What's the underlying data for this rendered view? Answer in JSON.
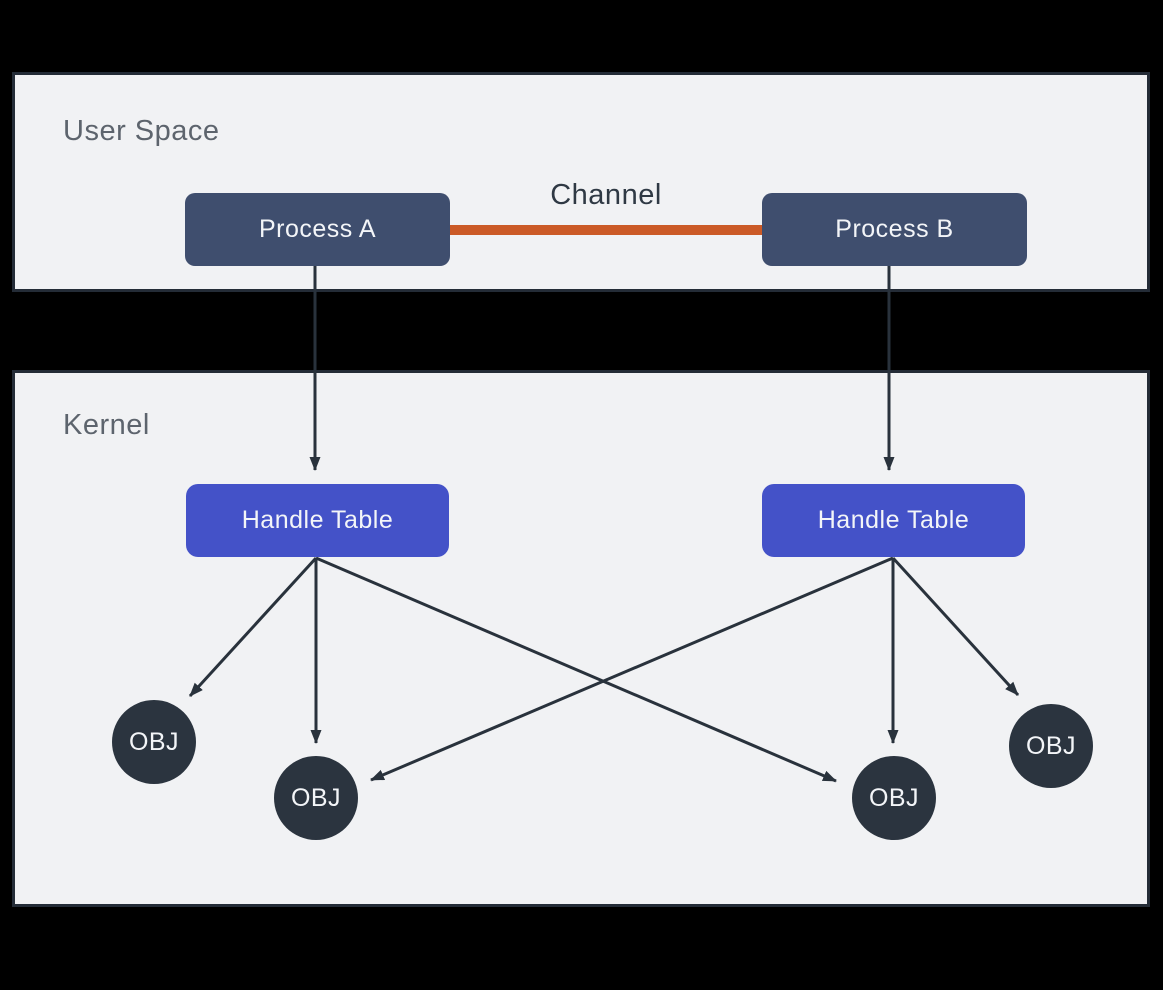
{
  "panels": {
    "user_space": {
      "label": "User Space"
    },
    "kernel": {
      "label": "Kernel"
    }
  },
  "nodes": {
    "process_a": {
      "label": "Process A"
    },
    "process_b": {
      "label": "Process B"
    },
    "handle_table_left": {
      "label": "Handle Table"
    },
    "handle_table_right": {
      "label": "Handle Table"
    }
  },
  "channel": {
    "label": "Channel"
  },
  "objects": [
    {
      "label": "OBJ"
    },
    {
      "label": "OBJ"
    },
    {
      "label": "OBJ"
    },
    {
      "label": "OBJ"
    }
  ],
  "edges": [
    {
      "from": "process-a",
      "to": "handle-table-left"
    },
    {
      "from": "process-b",
      "to": "handle-table-right"
    },
    {
      "from": "handle-table-left",
      "to": "obj-1"
    },
    {
      "from": "handle-table-left",
      "to": "obj-2"
    },
    {
      "from": "handle-table-left",
      "to": "obj-3"
    },
    {
      "from": "handle-table-right",
      "to": "obj-2"
    },
    {
      "from": "handle-table-right",
      "to": "obj-3"
    },
    {
      "from": "handle-table-right",
      "to": "obj-4"
    }
  ],
  "colors": {
    "background": "#000000",
    "panel_fill": "#f1f2f4",
    "panel_border": "#242c37",
    "section_label": "#5d646d",
    "process_fill": "#3f4e6e",
    "handle_table_fill": "#4452c8",
    "object_fill": "#2b343f",
    "arrow_color": "#29323c",
    "channel_line": "#cb5a27",
    "channel_text": "#2f3944",
    "node_text": "#f3f5f8"
  }
}
